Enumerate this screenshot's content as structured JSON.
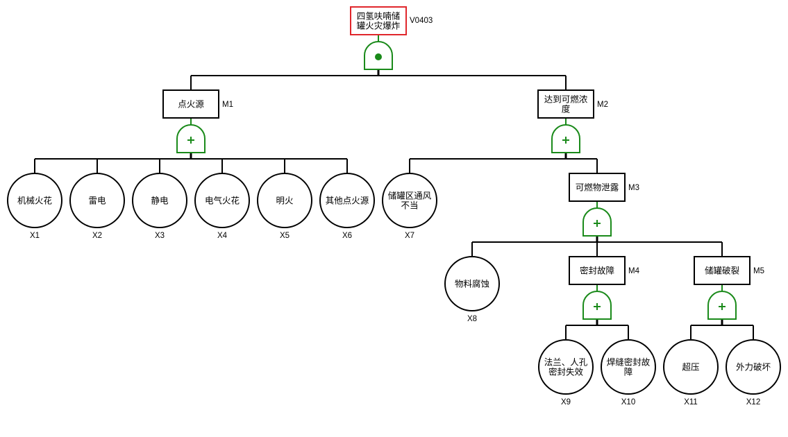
{
  "diagram": {
    "type": "fault-tree",
    "top_event": {
      "id": "T",
      "code": "V0403",
      "lines": [
        "四氢呋喃储",
        "罐火灾爆炸"
      ],
      "gate": "AND",
      "highlight_color": "#e0262b"
    },
    "intermediate_events": [
      {
        "id": "M1",
        "code": "M1",
        "lines": [
          "点火源"
        ],
        "parent": "T",
        "gate": "OR"
      },
      {
        "id": "M2",
        "code": "M2",
        "lines": [
          "达到可燃浓",
          "度"
        ],
        "parent": "T",
        "gate": "OR"
      },
      {
        "id": "M3",
        "code": "M3",
        "lines": [
          "可燃物泄露"
        ],
        "parent": "M2",
        "gate": "OR"
      },
      {
        "id": "M4",
        "code": "M4",
        "lines": [
          "密封故障"
        ],
        "parent": "M3",
        "gate": "OR"
      },
      {
        "id": "M5",
        "code": "M5",
        "lines": [
          "储罐破裂"
        ],
        "parent": "M3",
        "gate": "OR"
      }
    ],
    "basic_events": [
      {
        "id": "X1",
        "code": "X1",
        "lines": [
          "机械火花"
        ],
        "parent": "M1"
      },
      {
        "id": "X2",
        "code": "X2",
        "lines": [
          "雷电"
        ],
        "parent": "M1"
      },
      {
        "id": "X3",
        "code": "X3",
        "lines": [
          "静电"
        ],
        "parent": "M1"
      },
      {
        "id": "X4",
        "code": "X4",
        "lines": [
          "电气火花"
        ],
        "parent": "M1"
      },
      {
        "id": "X5",
        "code": "X5",
        "lines": [
          "明火"
        ],
        "parent": "M1"
      },
      {
        "id": "X6",
        "code": "X6",
        "lines": [
          "其他点火源"
        ],
        "parent": "M1"
      },
      {
        "id": "X7",
        "code": "X7",
        "lines": [
          "储罐区通风",
          "不当"
        ],
        "parent": "M2"
      },
      {
        "id": "X8",
        "code": "X8",
        "lines": [
          "物料腐蚀"
        ],
        "parent": "M3"
      },
      {
        "id": "X9",
        "code": "X9",
        "lines": [
          "法兰、人孔",
          "密封失效"
        ],
        "parent": "M4"
      },
      {
        "id": "X10",
        "code": "X10",
        "lines": [
          "焊缝密封故",
          "障"
        ],
        "parent": "M4"
      },
      {
        "id": "X11",
        "code": "X11",
        "lines": [
          "超压"
        ],
        "parent": "M5"
      },
      {
        "id": "X12",
        "code": "X12",
        "lines": [
          "外力破坏"
        ],
        "parent": "M5"
      }
    ],
    "gate_symbols": {
      "AND": "dot",
      "OR": "plus"
    },
    "colors": {
      "gate": "#1a8a1a",
      "line": "#000000",
      "top_event_border": "#e0262b",
      "event_border": "#000000"
    }
  }
}
